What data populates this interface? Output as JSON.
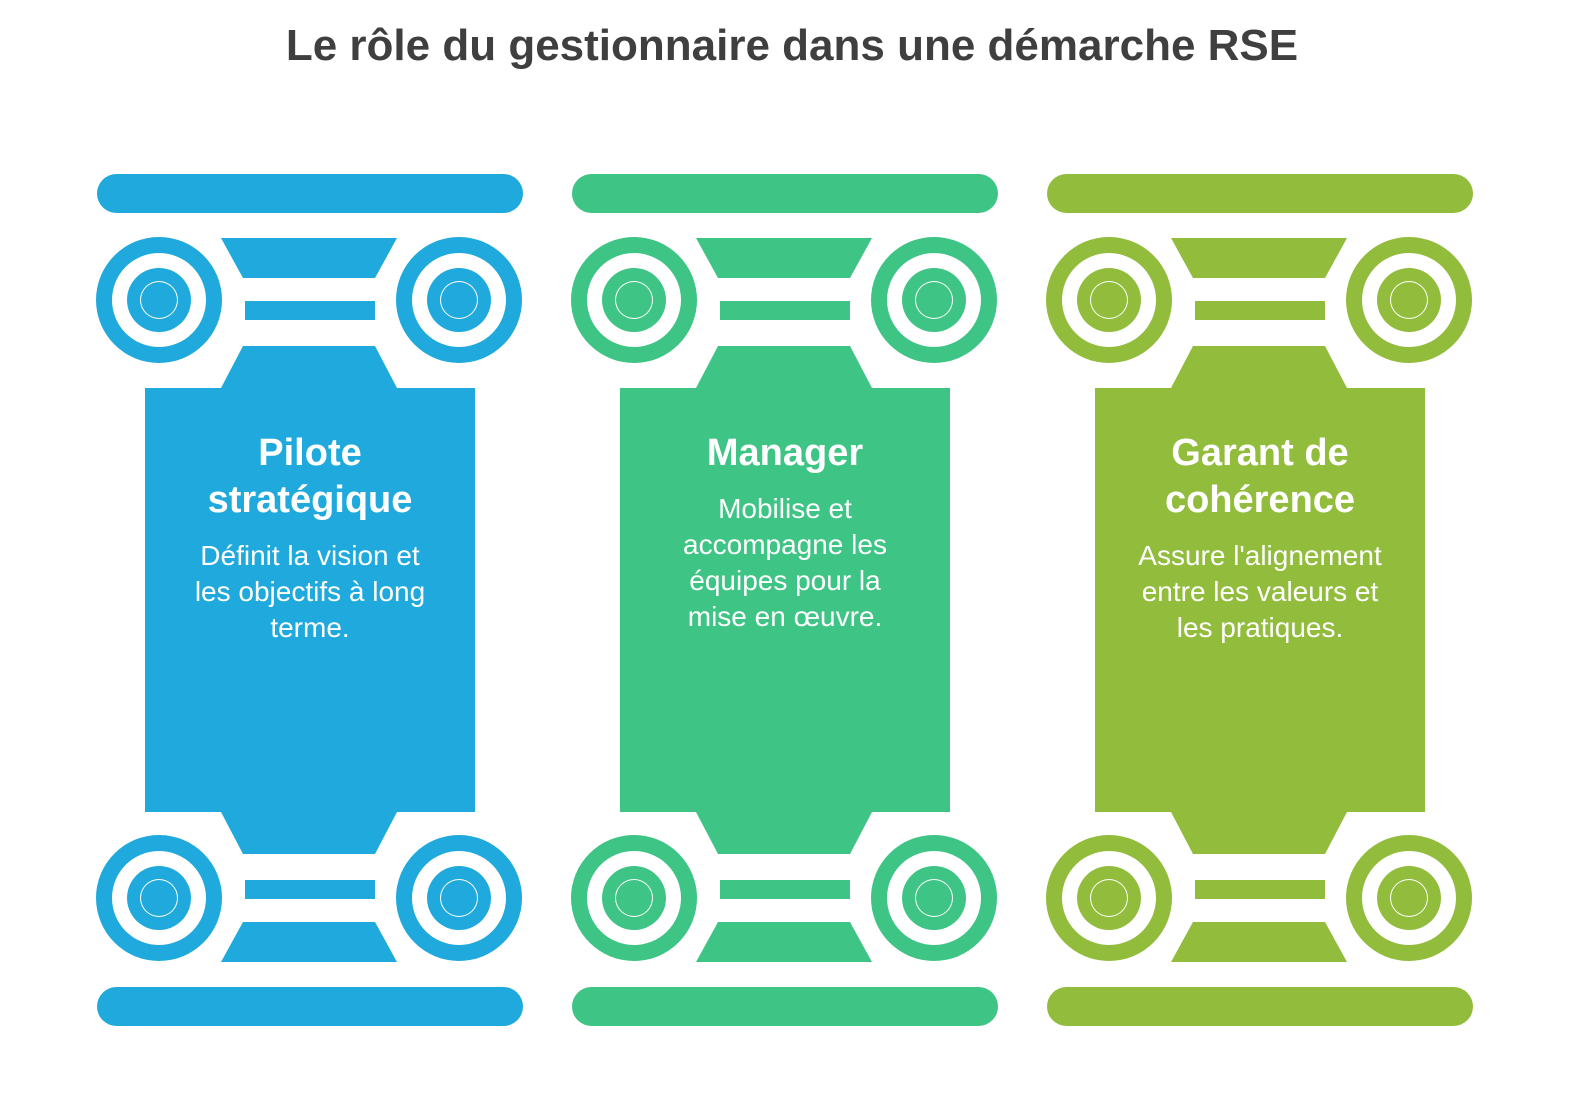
{
  "title": "Le rôle du gestionnaire dans une démarche RSE",
  "pillars": [
    {
      "heading": "Pilote stratégique",
      "description": "Définit la vision et les objectifs à long terme.",
      "color": "#1fa9dc"
    },
    {
      "heading": "Manager",
      "description": "Mobilise et accompagne les équipes pour la mise en œuvre.",
      "color": "#3ec484"
    },
    {
      "heading": "Garant de cohérence",
      "description": "Assure l'alignement entre les valeurs et les pratiques.",
      "color": "#92bc3c"
    }
  ]
}
